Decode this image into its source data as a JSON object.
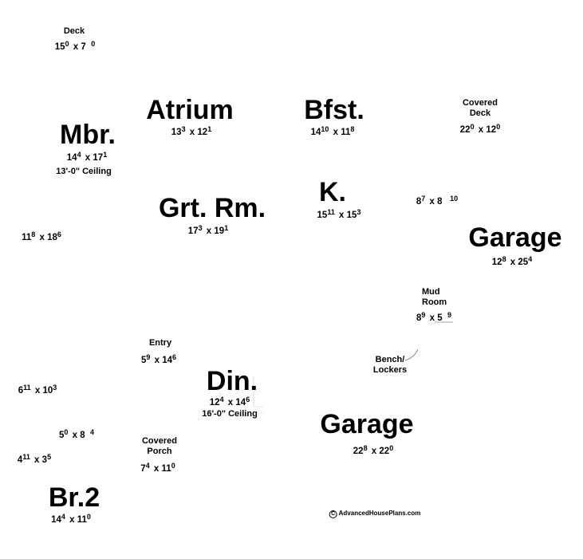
{
  "rooms": {
    "deck": {
      "name": "Deck",
      "a": "15",
      "as": "0",
      "b": "7",
      "bs": "0"
    },
    "atrium": {
      "name": "Atrium",
      "a": "13",
      "as": "3",
      "b": "12",
      "bs": "1"
    },
    "mbr": {
      "name": "Mbr.",
      "a": "14",
      "as": "4",
      "b": "17",
      "bs": "1",
      "ceiling": "13'-0\" Ceiling"
    },
    "bfst": {
      "name": "Bfst.",
      "a": "14",
      "as": "10",
      "b": "11",
      "bs": "8"
    },
    "covered_deck": {
      "name1": "Covered",
      "name2": "Deck",
      "a": "22",
      "as": "0",
      "b": "12",
      "bs": "0"
    },
    "grt_rm": {
      "name": "Grt. Rm.",
      "a": "17",
      "as": "3",
      "b": "19",
      "bs": "1"
    },
    "kitchen": {
      "name": "K.",
      "a": "15",
      "as": "11",
      "b": "15",
      "bs": "3"
    },
    "room_8x8": {
      "a": "8",
      "as": "7",
      "b": "8",
      "bs": "10"
    },
    "garage_top": {
      "name": "Garage",
      "a": "12",
      "as": "8",
      "b": "25",
      "bs": "4"
    },
    "room_11x18": {
      "a": "11",
      "as": "8",
      "b": "18",
      "bs": "6"
    },
    "mud_room": {
      "name1": "Mud",
      "name2": "Room",
      "a": "8",
      "as": "9",
      "b": "5",
      "bs": "9"
    },
    "bench": {
      "name1": "Bench/",
      "name2": "Lockers"
    },
    "entry": {
      "name": "Entry",
      "a": "5",
      "as": "9",
      "b": "14",
      "bs": "6"
    },
    "room_6x10": {
      "a": "6",
      "as": "11",
      "b": "10",
      "bs": "3"
    },
    "din": {
      "name": "Din.",
      "a": "12",
      "as": "4",
      "b": "14",
      "bs": "6",
      "ceiling": "16'-0\" Ceiling"
    },
    "garage_bottom": {
      "name": "Garage",
      "a": "22",
      "as": "8",
      "b": "22",
      "bs": "0"
    },
    "room_5x8": {
      "a": "5",
      "as": "0",
      "b": "8",
      "bs": "4"
    },
    "room_4x3": {
      "a": "4",
      "as": "11",
      "b": "3",
      "bs": "5"
    },
    "covered_porch": {
      "name1": "Covered",
      "name2": "Porch",
      "a": "7",
      "as": "4",
      "b": "11",
      "bs": "0"
    },
    "br2": {
      "name": "Br.2",
      "a": "14",
      "as": "4",
      "b": "11",
      "bs": "0"
    }
  },
  "copyright": {
    "symbol": "C",
    "text": "AdvancedHousePlans.com"
  },
  "x_sep": "x"
}
